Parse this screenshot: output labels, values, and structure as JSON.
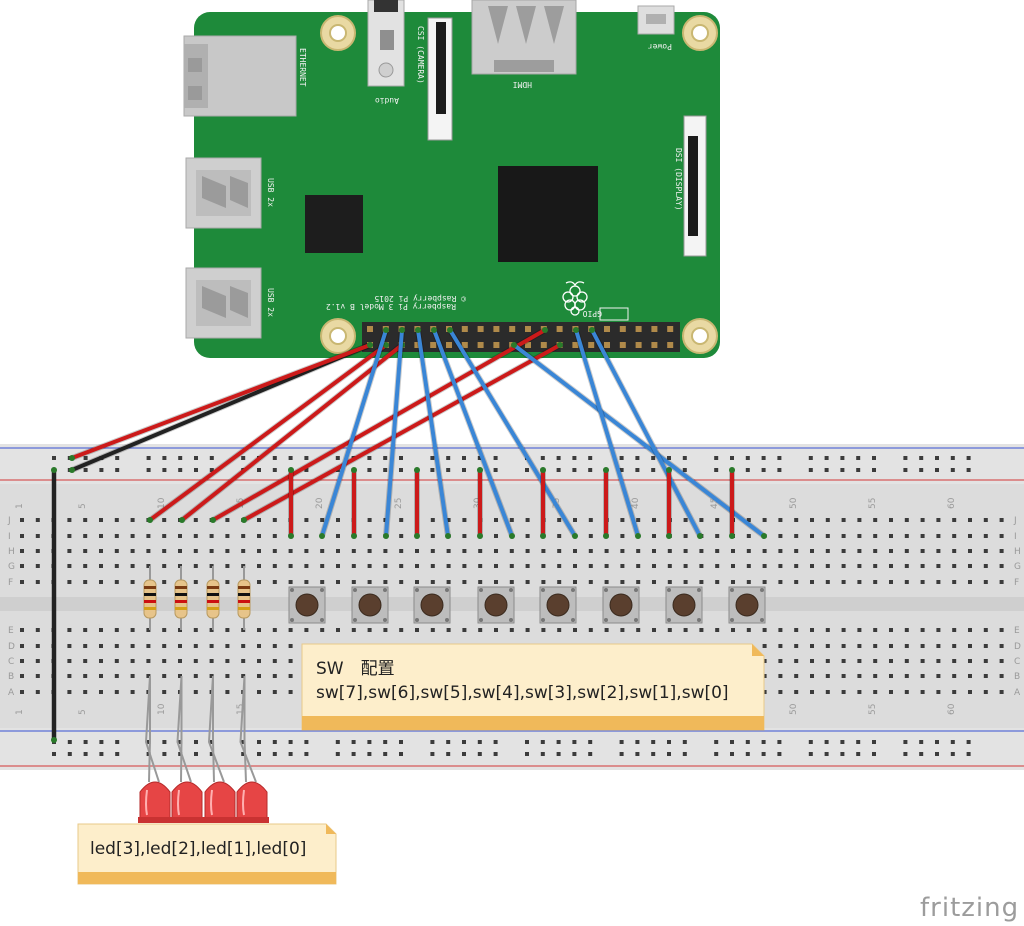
{
  "board": {
    "ethernet_label": "ETHERNET",
    "audio_label": "Audio",
    "csi_label": "CSI (CAMERA)",
    "hdmi_label": "HDMI",
    "power_label": "Power",
    "usb_label_1": "USB 2x",
    "usb_label_2": "USB 2x",
    "dsi_label": "DSI (DISPLAY)",
    "model_line": "Raspberry Pi 3 Model B v1.2",
    "copyright_line": "© Raspberry Pi 2015",
    "gpio_label": "GPIO"
  },
  "breadboard": {
    "row_letters_top": [
      "J",
      "I",
      "H",
      "G",
      "F"
    ],
    "row_letters_bottom": [
      "E",
      "D",
      "C",
      "B",
      "A"
    ],
    "column_numbers": [
      "1",
      "5",
      "10",
      "15",
      "20",
      "25",
      "30",
      "35",
      "40",
      "45",
      "50",
      "55",
      "60"
    ]
  },
  "notes": {
    "sw_title": "SW　配置",
    "sw_order": "sw[7],sw[6],sw[5],sw[4],sw[3],sw[2],sw[1],sw[0]",
    "led_order": "led[3],led[2],led[1],led[0]"
  },
  "branding": {
    "logo_text": "fritzing"
  },
  "colors": {
    "pcb_green": "#1e8a3a",
    "wire_red": "#cc1a1a",
    "wire_blue": "#3a86d6",
    "wire_black": "#222222",
    "note_fill": "#fdeecb",
    "note_band": "#f0b95a"
  }
}
